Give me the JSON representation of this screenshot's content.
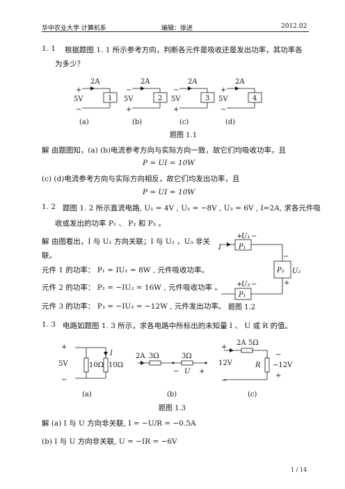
{
  "header": {
    "left": "华中农业大学 计算机系",
    "center": "编辑：徐进",
    "right": "2012.02"
  },
  "q1": {
    "num": "1. 1",
    "line1": "根据题图 1. 1 所示参考方向，判断各元件是吸收还是发出功率，其功率各",
    "line2": "为多少？",
    "figure": {
      "panels": [
        {
          "current": "2A",
          "voltage": "5V",
          "top_sign": "+",
          "bottom_sign": "−",
          "box": "1",
          "label": "(a)"
        },
        {
          "current": "2A",
          "voltage": "5V",
          "top_sign": "−",
          "bottom_sign": "+",
          "box": "2",
          "label": "(b)"
        },
        {
          "current": "2A",
          "voltage": "5V",
          "top_sign": "−",
          "bottom_sign": "+",
          "box": "3",
          "label": "(c)"
        },
        {
          "current": "2A",
          "voltage": "5V",
          "top_sign": "+",
          "bottom_sign": "−",
          "box": "4",
          "label": "(d)"
        }
      ],
      "caption": "题图 1.1"
    },
    "sol1": "解  由题图知，(a) (b)电流参考方向与实际方向一致，故它们均吸收功率，且",
    "eq1": "P = UI = 10W",
    "sol2": "(c) (d)电流参考方向与实际方向相反，故它们均发出功率，且",
    "eq2": "P = UI = 10W"
  },
  "q2": {
    "num": "1. 2",
    "line1": "题图 1. 2 所示直流电路, U₁ = 4V , U₂ = −8V , U₃ = 6V , I=2A, 求各元件吸",
    "line2": "收或发出的功率 P₁ 、 P₂ 和 P₃ 。",
    "sol1": "解  由图看出，I 与 U₁ 方向关联；I 与 U₂ ，U₃ 非关",
    "sol1b": "联。",
    "elem1": "元件 1 的功率：  P₁ = IU₁ = 8W , 元件吸收功率。",
    "elem2": "元件 2 的功率：  P₂ = −IU₂ = 16W , 元件吸收功率 。",
    "elem3": "元件 3 的功率：  P₃ = −IU₃ = −12W , 元件发出功率。",
    "figure": {
      "u1": "U₁",
      "u2": "U₂",
      "u3": "U₃",
      "i": "I",
      "p1": "P₁",
      "p2": "P₂",
      "p3": "P₁",
      "plus": "+",
      "minus": "−",
      "caption": "题图 1.2"
    }
  },
  "q3": {
    "num": "1. 3",
    "line1": "电路如题图 1. 3 所示，求各电路中所标出的未知量 I 、 U 或 R 的值。",
    "figure": {
      "a": {
        "voltage": "5V",
        "r1": "10Ω",
        "r2": "10Ω",
        "i": "I",
        "plus": "+",
        "minus": "−",
        "label": "(a)"
      },
      "b": {
        "current": "2A",
        "r1": "3Ω",
        "r2": "3Ω",
        "u": "U",
        "minus": "−",
        "plus": "+",
        "label": "(b)"
      },
      "c": {
        "current": "2A",
        "r1": "5Ω",
        "left_v": "12V",
        "r": "R",
        "right_v": "−12V",
        "plus": "+",
        "minus": "−",
        "label": "(c)"
      },
      "caption": "题图 1.3"
    },
    "sol1": "解  (a) I 与 U 方向非关联,  I = −U/R = −0.5A",
    "sol2": "(b) I 与 U 方向非关联,  U = −IR = −6V"
  },
  "footer": {
    "page": "1 / 14"
  }
}
